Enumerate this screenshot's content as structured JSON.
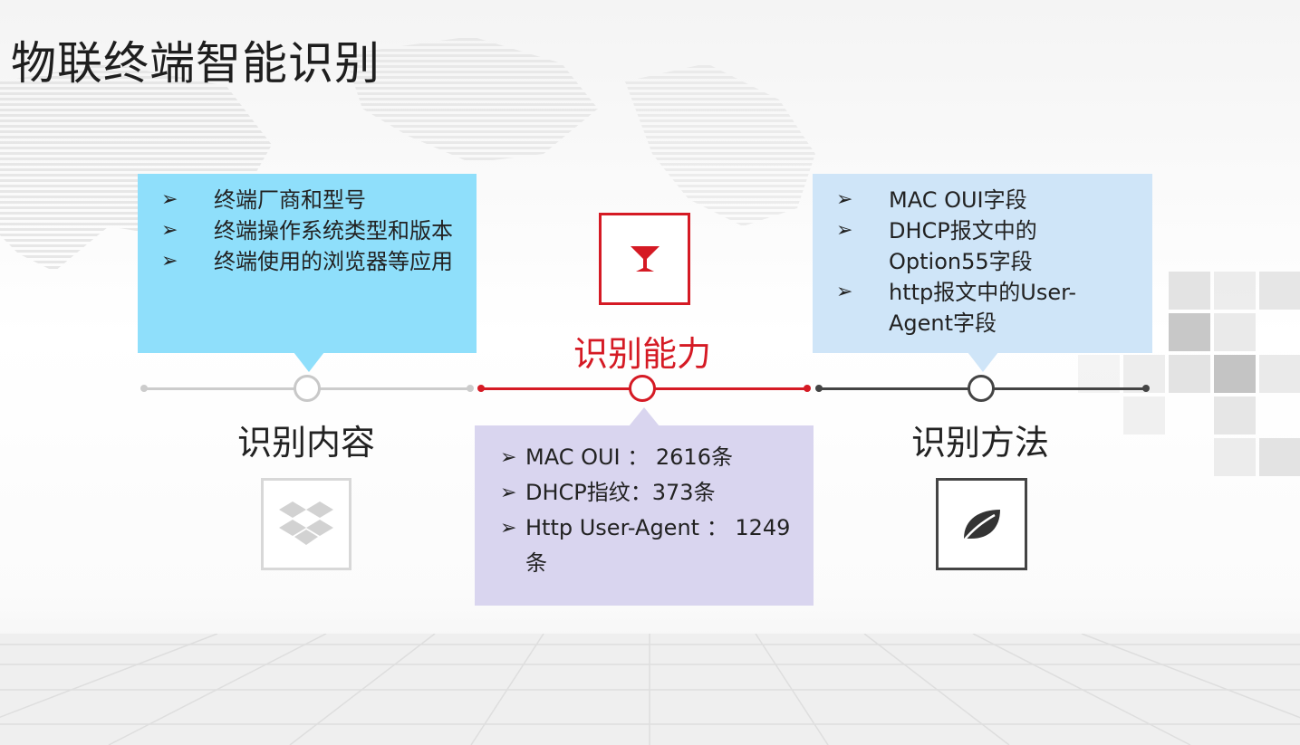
{
  "title": "物联终端智能识别",
  "colors": {
    "left_box": "#8fdffb",
    "right_box": "#cfe5f8",
    "mid_box": "#d9d5ef",
    "accent_red": "#d51a24",
    "left_line": "#cccccc",
    "right_line": "#444444"
  },
  "left": {
    "label": "识别内容",
    "items": [
      "终端厂商和型号",
      "终端操作系统类型和版本",
      "终端使用的浏览器等应用"
    ],
    "icon": "dropbox-icon"
  },
  "middle": {
    "label": "识别能力",
    "items": [
      "MAC OUI ： 2616条",
      "DHCP指纹：373条",
      "Http   User-Agent ：  1249条"
    ],
    "icon": "cocktail-glass-icon"
  },
  "right": {
    "label": "识别方法",
    "items": [
      "MAC OUI字段",
      "DHCP报文中的Option55字段",
      "http报文中的User-Agent字段"
    ],
    "icon": "leaf-icon"
  },
  "bullet": "➢"
}
